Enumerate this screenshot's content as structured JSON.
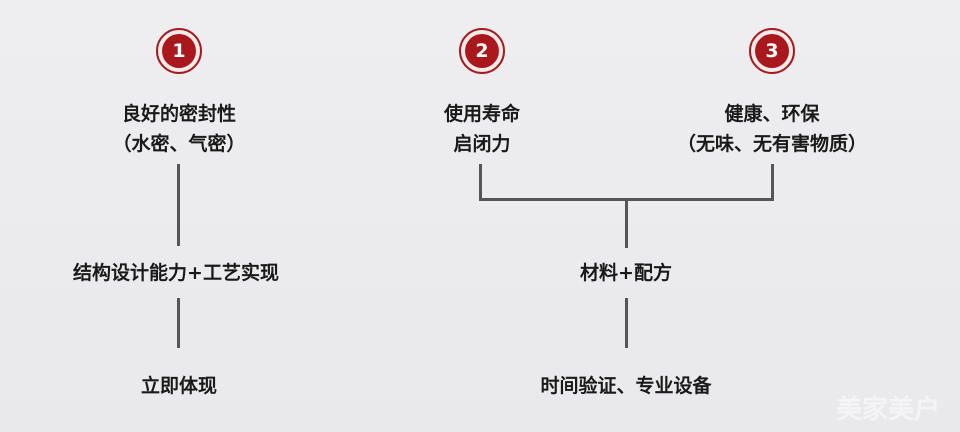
{
  "badges": [
    {
      "number": "1"
    },
    {
      "number": "2"
    },
    {
      "number": "3"
    }
  ],
  "column1": {
    "top_line1": "良好的密封性",
    "top_line2": "（水密、气密）",
    "middle": "结构设计能力+工艺实现",
    "bottom": "立即体现"
  },
  "column2": {
    "top_line1": "使用寿命",
    "top_line2": "启闭力"
  },
  "column3": {
    "top_line1": "健康、环保",
    "top_line2": "（无味、无有害物质）"
  },
  "merged": {
    "middle": "材料+配方",
    "bottom": "时间验证、专业设备"
  },
  "watermark": "美家美户",
  "colors": {
    "badge_red": "#a8181c",
    "line": "#55555a",
    "text": "#1a1a1a"
  }
}
